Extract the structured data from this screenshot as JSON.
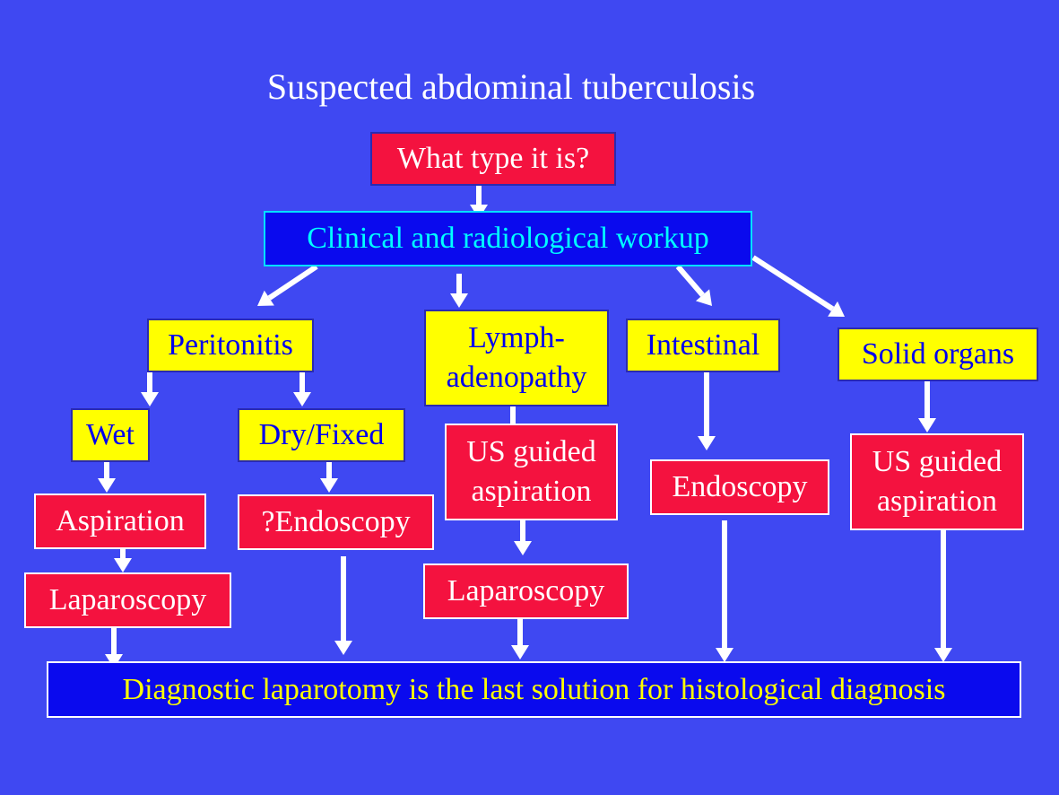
{
  "title": "Suspected abdominal tuberculosis",
  "nodes": {
    "type_question": "What type it is?",
    "workup": "Clinical and radiological workup",
    "peritonitis": "Peritonitis",
    "lymphadenopathy": "Lymph-\nadenopathy",
    "intestinal": "Intestinal",
    "solid_organs": "Solid organs",
    "wet": "Wet",
    "dry_fixed": "Dry/Fixed",
    "us_guided_lymph": "US guided\naspiration",
    "endoscopy_intestinal": "Endoscopy",
    "us_guided_solid": "US guided\naspiration",
    "aspiration": "Aspiration",
    "endoscopy_question": "?Endoscopy",
    "laparoscopy_wet": "Laparoscopy",
    "laparoscopy_lymph": "Laparoscopy",
    "laparotomy": "Diagnostic laparotomy is the last solution for histological diagnosis"
  },
  "colors": {
    "background": "#3f48f2",
    "red": "#f4123f",
    "yellow": "#ffff00",
    "deep_blue": "#0a0aee",
    "cyan": "#00ffff",
    "arrow": "#ffffff"
  }
}
